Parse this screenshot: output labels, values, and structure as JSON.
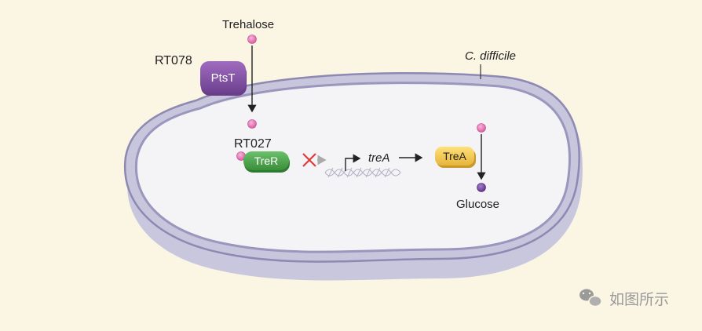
{
  "labels": {
    "trehalose": "Trehalose",
    "rt078": "RT078",
    "ptsT": "PtsT",
    "cdifficile": "C. difficile",
    "rt027": "RT027",
    "treR": "TreR",
    "treA_gene": "treA",
    "treA_protein": "TreA",
    "glucose": "Glucose"
  },
  "watermark": {
    "text": "如图所示",
    "icon": "wechat-icon"
  },
  "colors": {
    "background": "#fbf5e4",
    "cell_fill": "#f3f3f5",
    "membrane": "#a9a7c4",
    "membrane_dark": "#7f7ba6",
    "ptsT": "#8a5aa8",
    "treR": "#4faa4f",
    "treA": "#f2c94a",
    "trehalose_dot": "#e58ac0",
    "glucose_dot": "#7e4fa6",
    "block_x": "#e23a3a"
  }
}
